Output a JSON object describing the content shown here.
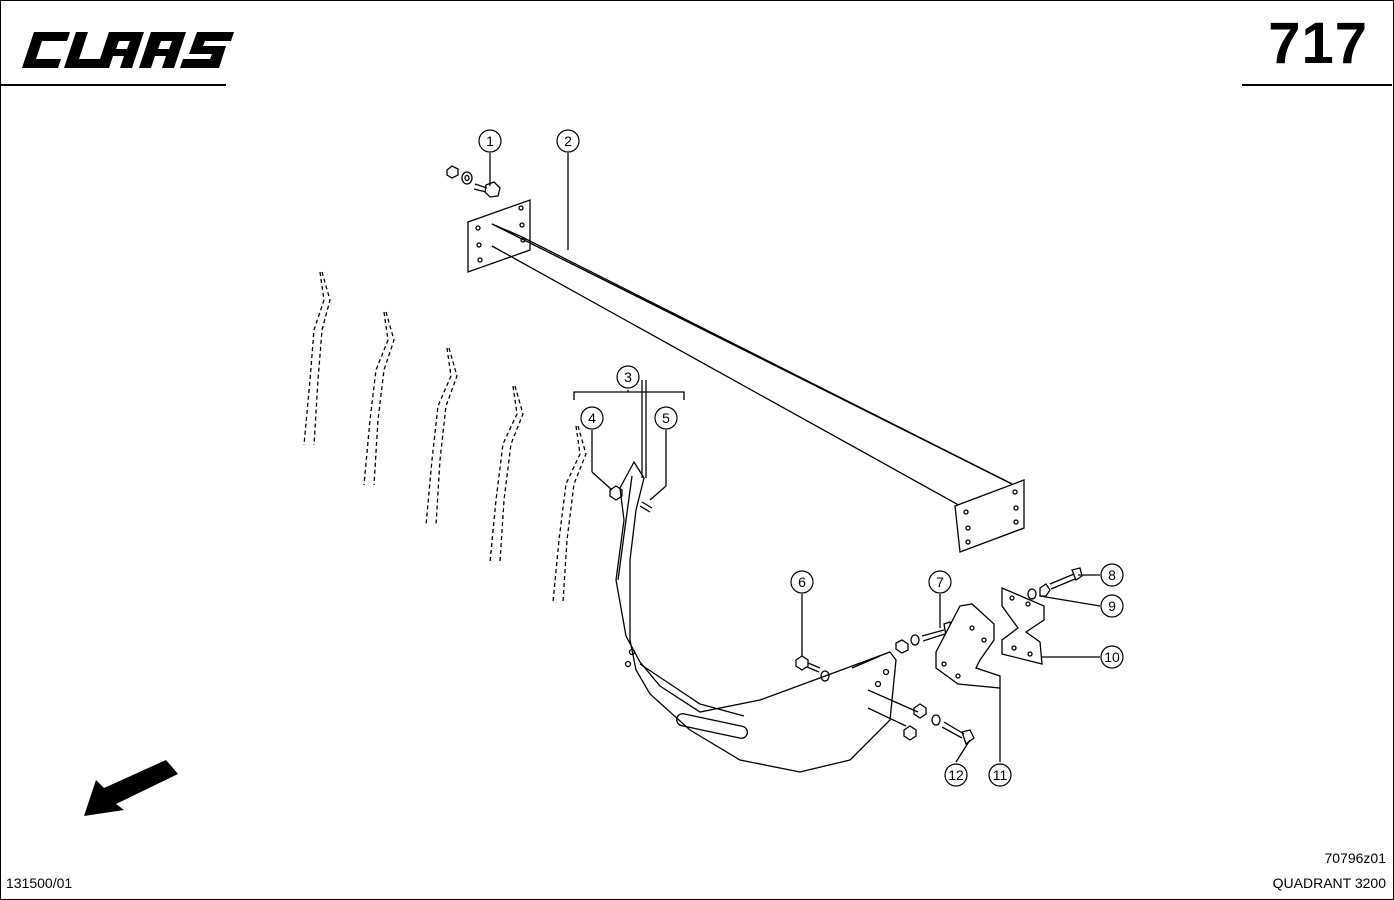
{
  "header": {
    "brand": "CLAAS",
    "page_number": "717"
  },
  "footer": {
    "drawing_code": "70796z01",
    "model_name": "QUADRANT 3200",
    "doc_code": "131500/01"
  },
  "callouts": [
    {
      "id": "1",
      "label": "1"
    },
    {
      "id": "2",
      "label": "2"
    },
    {
      "id": "3",
      "label": "3"
    },
    {
      "id": "4",
      "label": "4"
    },
    {
      "id": "5",
      "label": "5"
    },
    {
      "id": "6",
      "label": "6"
    },
    {
      "id": "7",
      "label": "7"
    },
    {
      "id": "8",
      "label": "8"
    },
    {
      "id": "9",
      "label": "9"
    },
    {
      "id": "10",
      "label": "10"
    },
    {
      "id": "11",
      "label": "11"
    },
    {
      "id": "12",
      "label": "12"
    }
  ],
  "direction_arrow_icon": "arrow-down-left-icon"
}
